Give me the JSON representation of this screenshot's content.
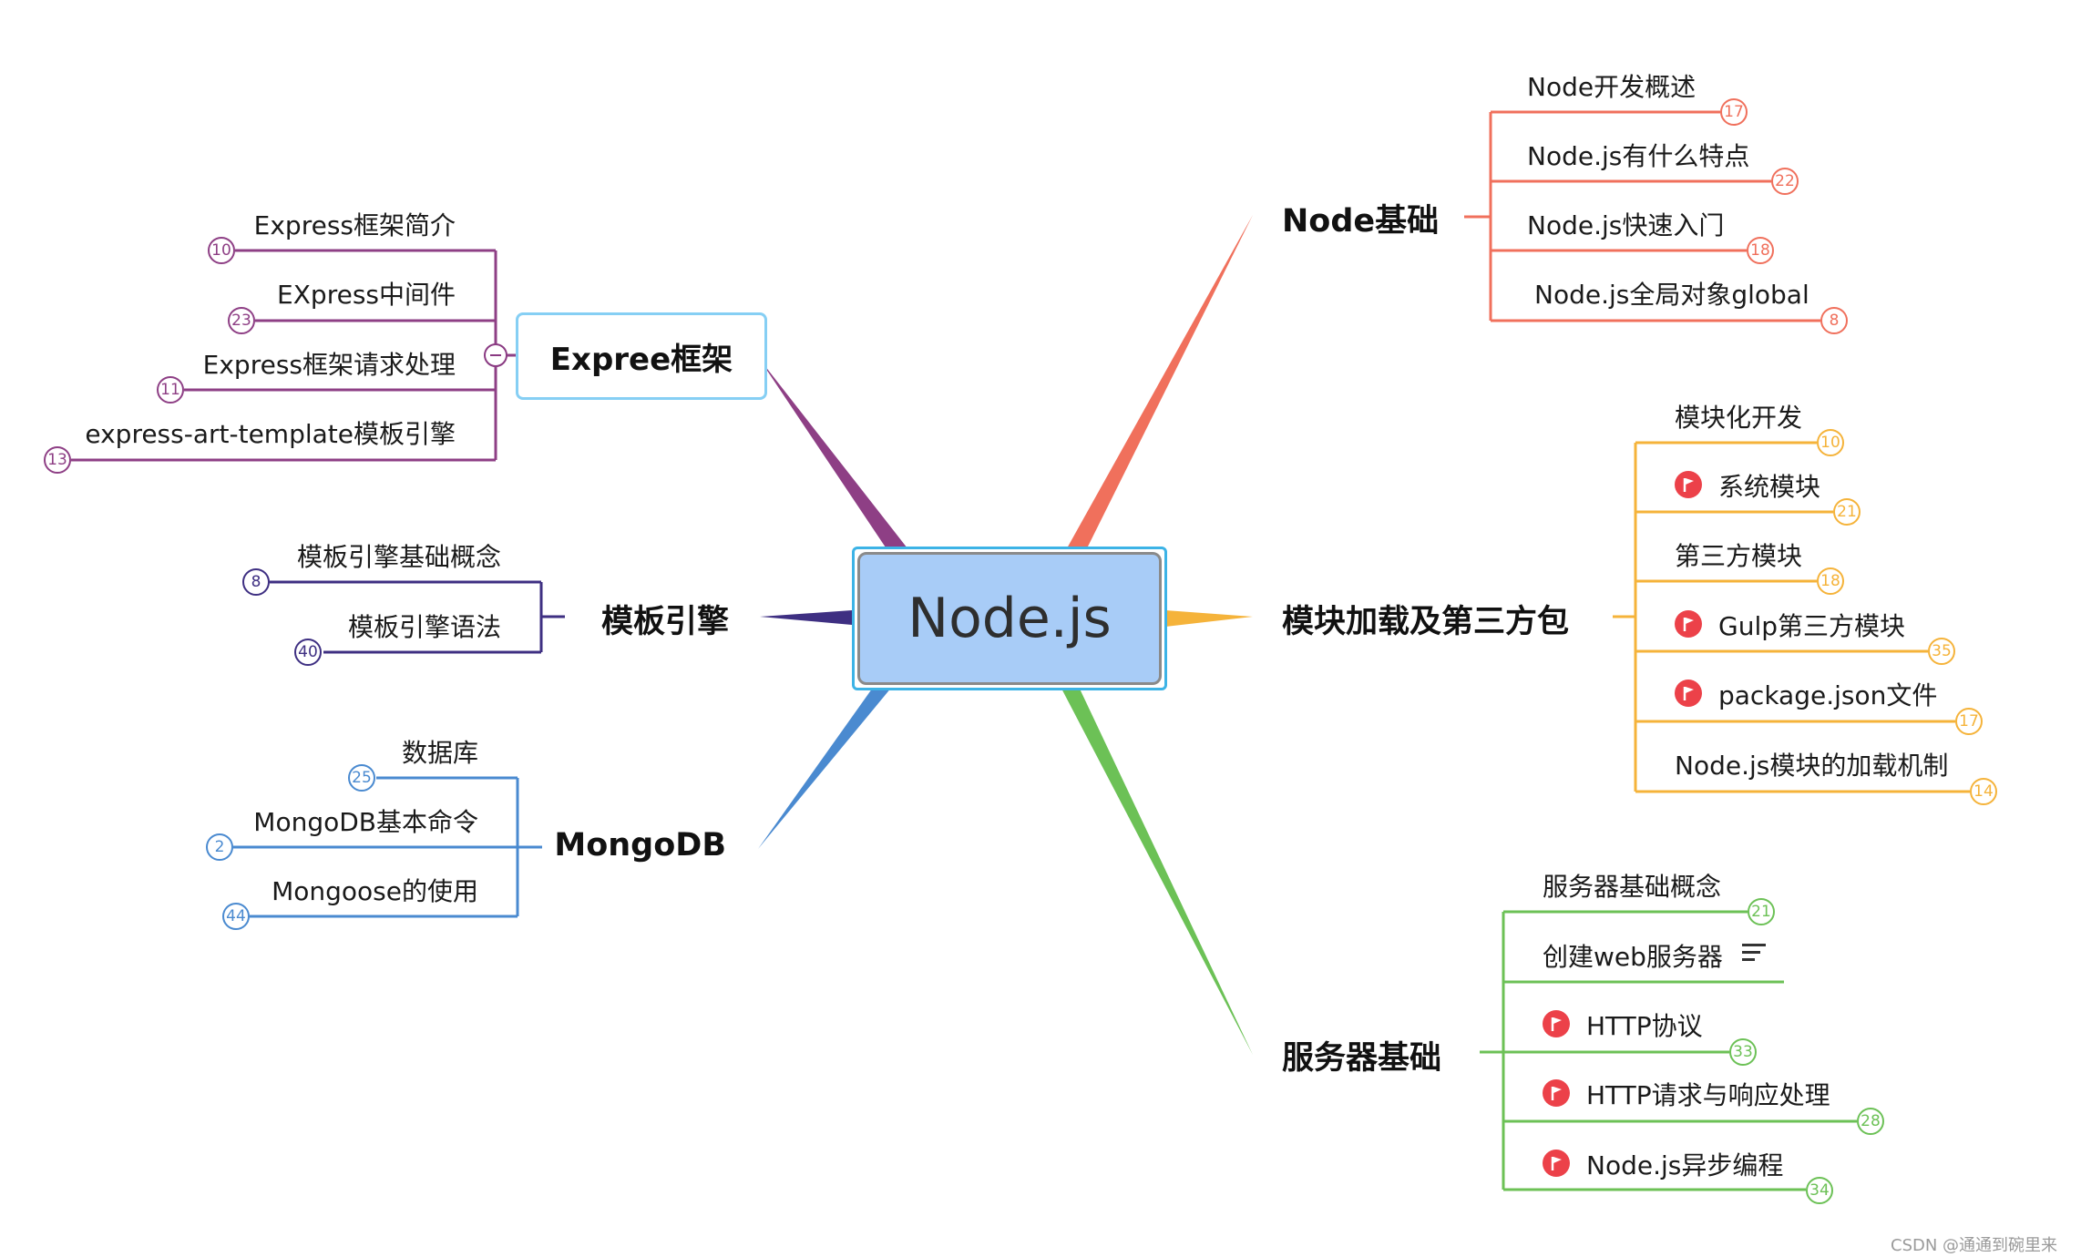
{
  "root": {
    "label": "Node.js"
  },
  "branches": {
    "node_basics": {
      "label": "Node基础",
      "color": "#f0705c",
      "topics": [
        {
          "label": "Node开发概述",
          "count": "17"
        },
        {
          "label": "Node.js有什么特点",
          "count": "22"
        },
        {
          "label": "Node.js快速入门",
          "count": "18"
        },
        {
          "label": "Node.js全局对象global",
          "count": "8"
        }
      ]
    },
    "modules": {
      "label": "模块加载及第三方包",
      "color": "#f5b33a",
      "topics": [
        {
          "label": "模块化开发",
          "count": "10",
          "flag": false
        },
        {
          "label": "系统模块",
          "count": "21",
          "flag": true
        },
        {
          "label": "第三方模块",
          "count": "18",
          "flag": false
        },
        {
          "label": "Gulp第三方模块",
          "count": "35",
          "flag": true
        },
        {
          "label": "package.json文件",
          "count": "17",
          "flag": true
        },
        {
          "label": "Node.js模块的加载机制",
          "count": "14",
          "flag": false
        }
      ]
    },
    "server": {
      "label": "服务器基础",
      "color": "#6cc156",
      "topics": [
        {
          "label": "服务器基础概念",
          "count": "21",
          "flag": false
        },
        {
          "label": "创建web服务器",
          "count": "",
          "flag": false,
          "note": true
        },
        {
          "label": "HTTP协议",
          "count": "33",
          "flag": true
        },
        {
          "label": "HTTP请求与响应处理",
          "count": "28",
          "flag": true
        },
        {
          "label": "Node.js异步编程",
          "count": "34",
          "flag": true
        }
      ]
    },
    "express": {
      "label": "Expree框架",
      "color": "#8e3f85",
      "topics": [
        {
          "label": "Express框架简介",
          "count": "10"
        },
        {
          "label": "EXpress中间件",
          "count": "23"
        },
        {
          "label": "Express框架请求处理",
          "count": "11"
        },
        {
          "label": "express-art-template模板引擎",
          "count": "13"
        }
      ]
    },
    "template": {
      "label": "模板引擎",
      "color": "#3e2f82",
      "topics": [
        {
          "label": "模板引擎基础概念",
          "count": "8"
        },
        {
          "label": "模板引擎语法",
          "count": "40"
        }
      ]
    },
    "mongodb": {
      "label": "MongoDB",
      "color": "#4a8ad0",
      "topics": [
        {
          "label": "数据库",
          "count": "25"
        },
        {
          "label": "MongoDB基本命令",
          "count": "2"
        },
        {
          "label": "Mongoose的使用",
          "count": "44"
        }
      ]
    }
  },
  "watermark": "CSDN @通通到碗里来"
}
